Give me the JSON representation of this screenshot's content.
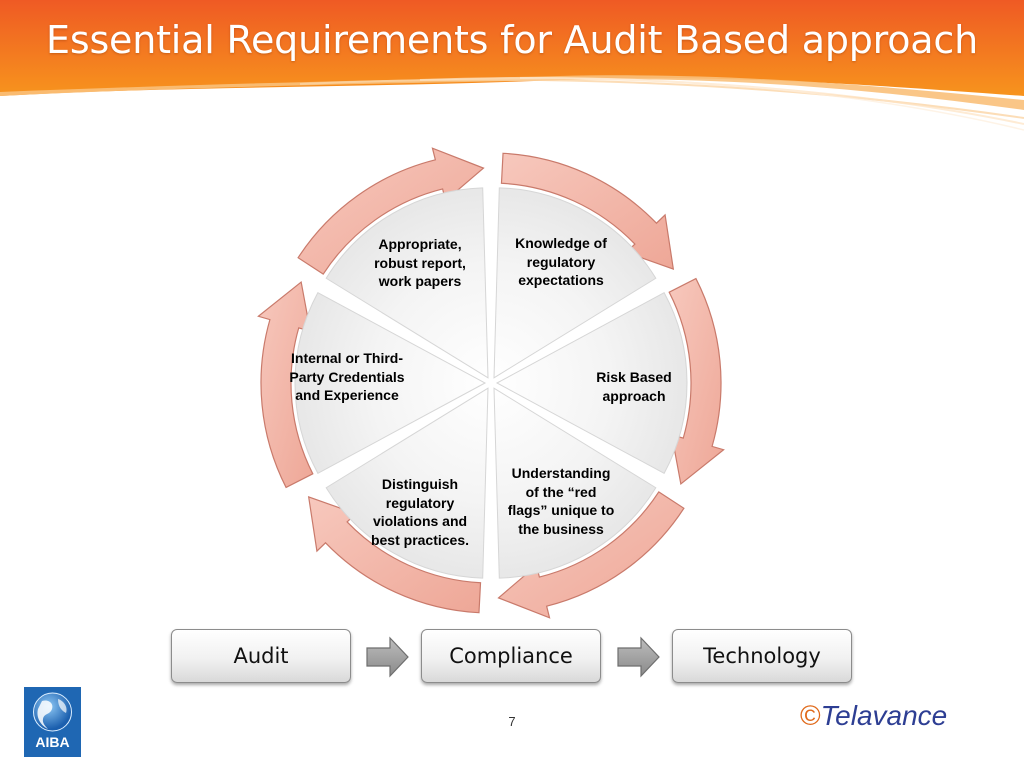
{
  "slide": {
    "title": "Essential Requirements for Audit Based approach",
    "page_number": "7"
  },
  "cycle": {
    "segments": [
      {
        "id": "knowledge",
        "label": "Knowledge of regulatory expectations"
      },
      {
        "id": "risk",
        "label": "Risk Based approach"
      },
      {
        "id": "red-flags",
        "label": "Understanding of the “red flags” unique to the business"
      },
      {
        "id": "distinguish",
        "label": "Distinguish regulatory violations and best practices."
      },
      {
        "id": "credentials",
        "label": "Internal or Third-Party Credentials and Experience"
      },
      {
        "id": "work-papers",
        "label": "Appropriate, robust report, work papers"
      }
    ]
  },
  "flow": {
    "steps": [
      "Audit",
      "Compliance",
      "Technology"
    ]
  },
  "logos": {
    "left": "AIBA",
    "right": "Telavance"
  },
  "colors": {
    "banner_top": "#f15a24",
    "banner_bottom": "#f7941d",
    "ring_fill": "#f4b9ad",
    "ring_stroke": "#c96a5a",
    "segment_fill": "#f1f1f1",
    "telavance_blue": "#2d3e93",
    "telavance_orange": "#e06a1b"
  }
}
